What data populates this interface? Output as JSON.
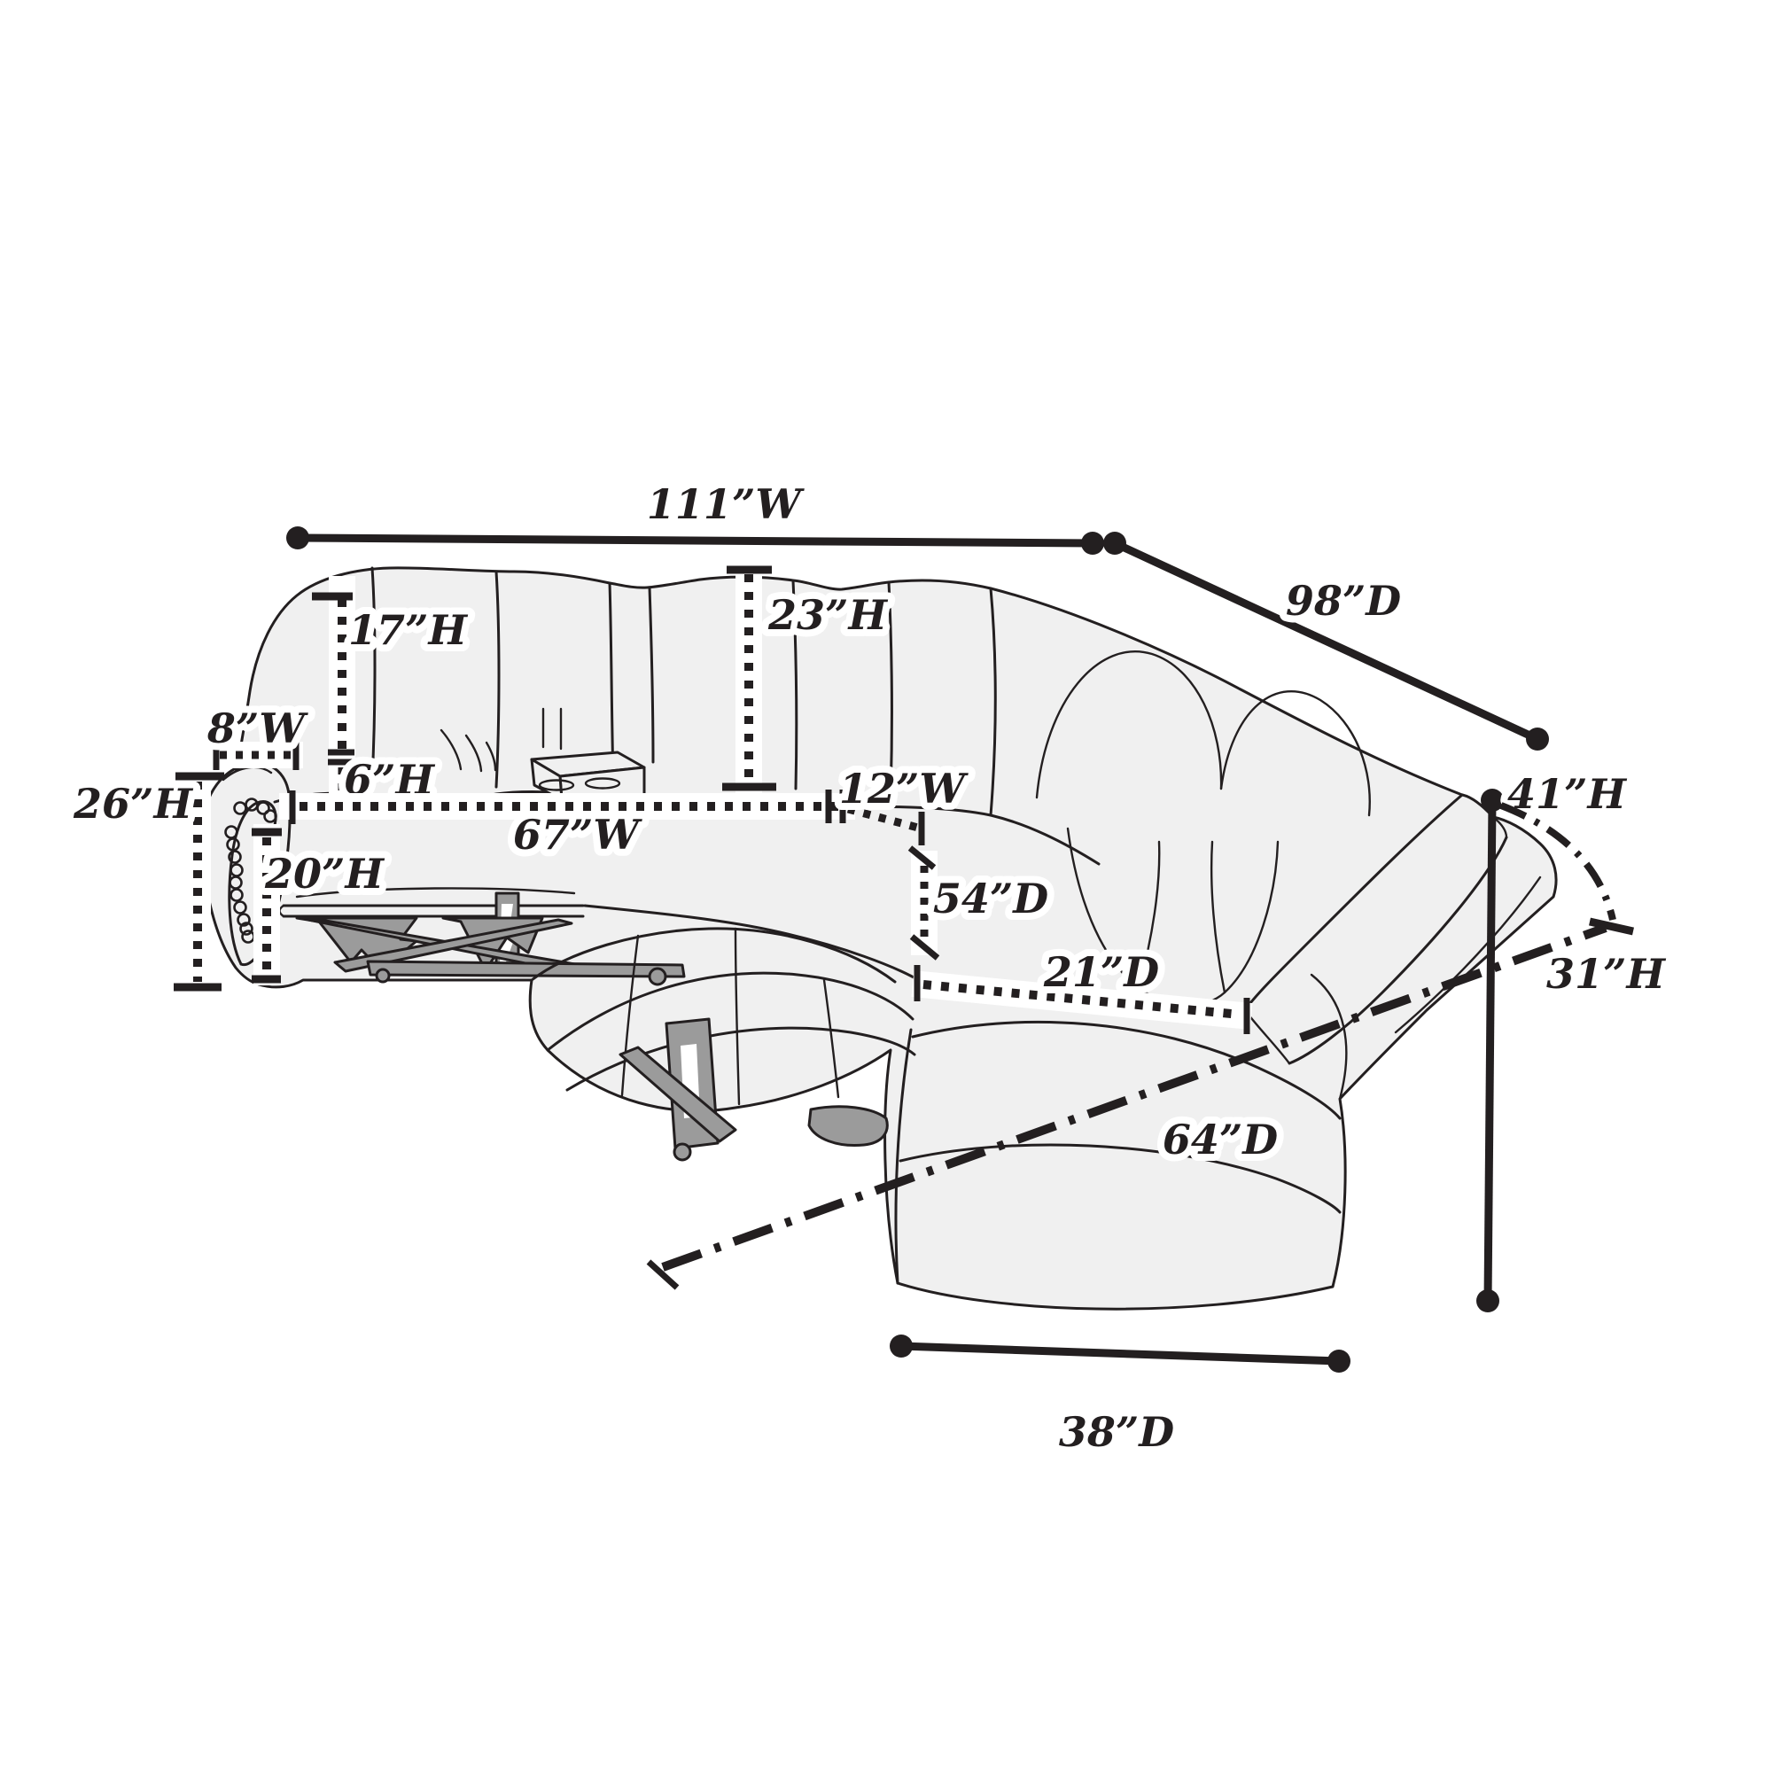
{
  "diagram": {
    "type": "furniture-dimension-diagram",
    "subject": "reclining sectional sofa line drawing with measurement annotations",
    "colors": {
      "line": "#231f20",
      "sofa_fill": "#f0f0f0",
      "mechanism_gray": "#9b9b9b",
      "label_color": "#231f20",
      "halo": "#ffffff"
    },
    "labels": [
      {
        "id": "overall-width",
        "text": "111”W"
      },
      {
        "id": "overall-depth",
        "text": "98”D"
      },
      {
        "id": "back-cushion-height",
        "text": "17”H"
      },
      {
        "id": "backrest-height",
        "text": "23”H"
      },
      {
        "id": "arm-top-width",
        "text": "8”W"
      },
      {
        "id": "arm-height",
        "text": "26”H"
      },
      {
        "id": "seat-to-back-gap",
        "text": "6”H"
      },
      {
        "id": "section-width",
        "text": "67”W"
      },
      {
        "id": "seat-height",
        "text": "20”H"
      },
      {
        "id": "console-width",
        "text": "12”W"
      },
      {
        "id": "section-depth",
        "text": "54”D"
      },
      {
        "id": "seat-depth",
        "text": "21”D"
      },
      {
        "id": "upright-height",
        "text": "41”H"
      },
      {
        "id": "reclined-height",
        "text": "31”H"
      },
      {
        "id": "reclined-depth",
        "text": "64”D"
      },
      {
        "id": "chaise-depth",
        "text": "38”D"
      }
    ]
  }
}
